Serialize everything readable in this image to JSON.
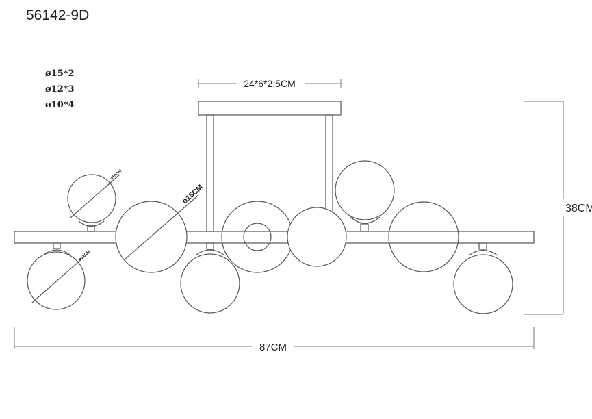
{
  "title": "56142-9D",
  "legend": [
    "ø15*2",
    "ø12*3",
    "ø10*4"
  ],
  "dimensions": {
    "canopy": "24*6*2.5CM",
    "height": "38CM",
    "width": "87CM"
  },
  "globe_labels": {
    "small": "ø10CM",
    "large": "ø15CM",
    "medium": "ø12CM"
  }
}
